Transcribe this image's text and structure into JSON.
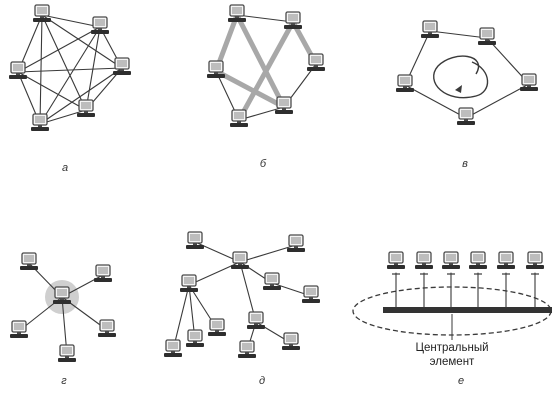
{
  "captions": {
    "mesh": "а",
    "partial_ring": "б",
    "ring": "в",
    "star": "г",
    "tree": "д",
    "bus": "е"
  },
  "bus": {
    "label_line1": "Центральный",
    "label_line2": "элемент"
  },
  "colors": {
    "line": "#3a3a3a",
    "thick_link": "#a8a8a8",
    "hub_halo": "#cfcfcf",
    "monitor_frame": "#4a4a4a",
    "screen": "#bdbdbd",
    "keyboard": "#2e2e2e",
    "bus_bar": "#333333"
  },
  "icons": {
    "node": "computer-icon",
    "ring_direction": "circular-arrow-icon"
  }
}
